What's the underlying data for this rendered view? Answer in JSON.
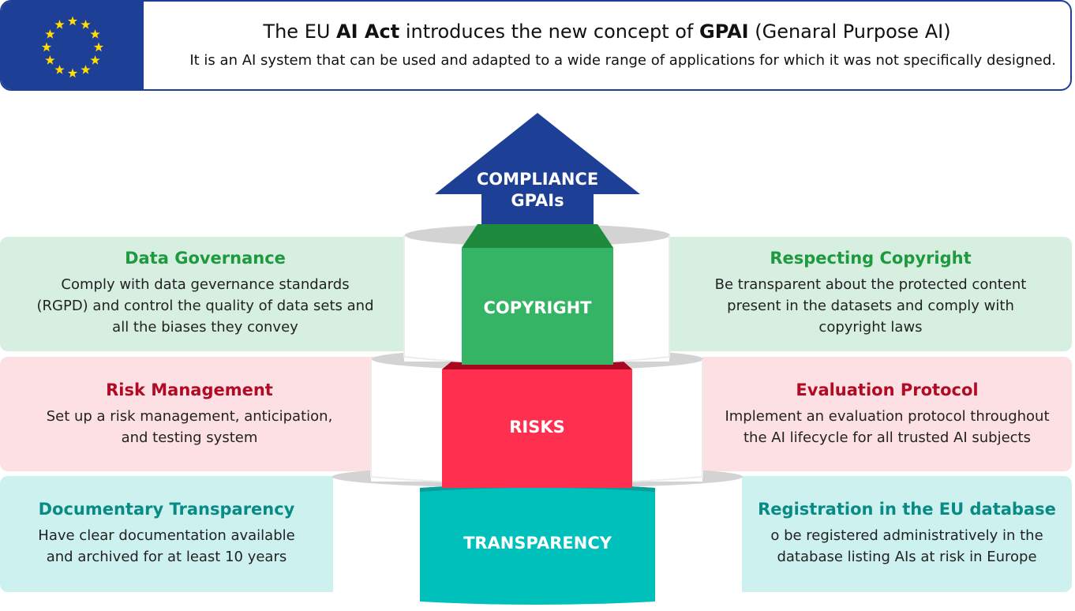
{
  "header": {
    "title_pre": "The EU ",
    "title_b1": "AI Act",
    "title_mid": " introduces the new concept of ",
    "title_b2": "GPAI",
    "title_post": " (Genaral Purpose AI)",
    "subtitle": "It is an AI system that can be used and adapted to a wide range of applications for which it was not specifically designed."
  },
  "arrow": {
    "line1": "COMPLIANCE",
    "line2": "GPAIs"
  },
  "tiers": {
    "copyright": "COPYRIGHT",
    "risks": "RISKS",
    "transparency": "TRANSPARENCY"
  },
  "panels": {
    "data_governance": {
      "title": "Data Governance",
      "body": "Comply with data gevernance standards (RGPD) and control the quality of data sets and all the biases they convey"
    },
    "respecting_copyright": {
      "title": "Respecting Copyright",
      "body": "Be transparent about the protected content present in the datasets and comply with copyright laws"
    },
    "risk_management": {
      "title": "Risk Management",
      "body": "Set up a risk management, anticipation, and testing system"
    },
    "evaluation_protocol": {
      "title": "Evaluation Protocol",
      "body": "Implement an evaluation protocol throughout the AI lifecycle for all trusted AI subjects"
    },
    "documentary_transparency": {
      "title": "Documentary Transparency",
      "body": "Have clear documentation available and archived for at least 10 years"
    },
    "registration": {
      "title": "Registration in the EU database",
      "body": "o be registered administratively in the database listing AIs at risk in Europe"
    }
  },
  "colors": {
    "eu_blue": "#1d3f95",
    "star_yellow": "#ffdd00",
    "green": "#34b464",
    "green_dark": "#1e8a3e",
    "red": "#ff2f50",
    "red_dark": "#a8061f",
    "teal": "#00c0bc",
    "teal_dark": "#0a9e9a"
  }
}
